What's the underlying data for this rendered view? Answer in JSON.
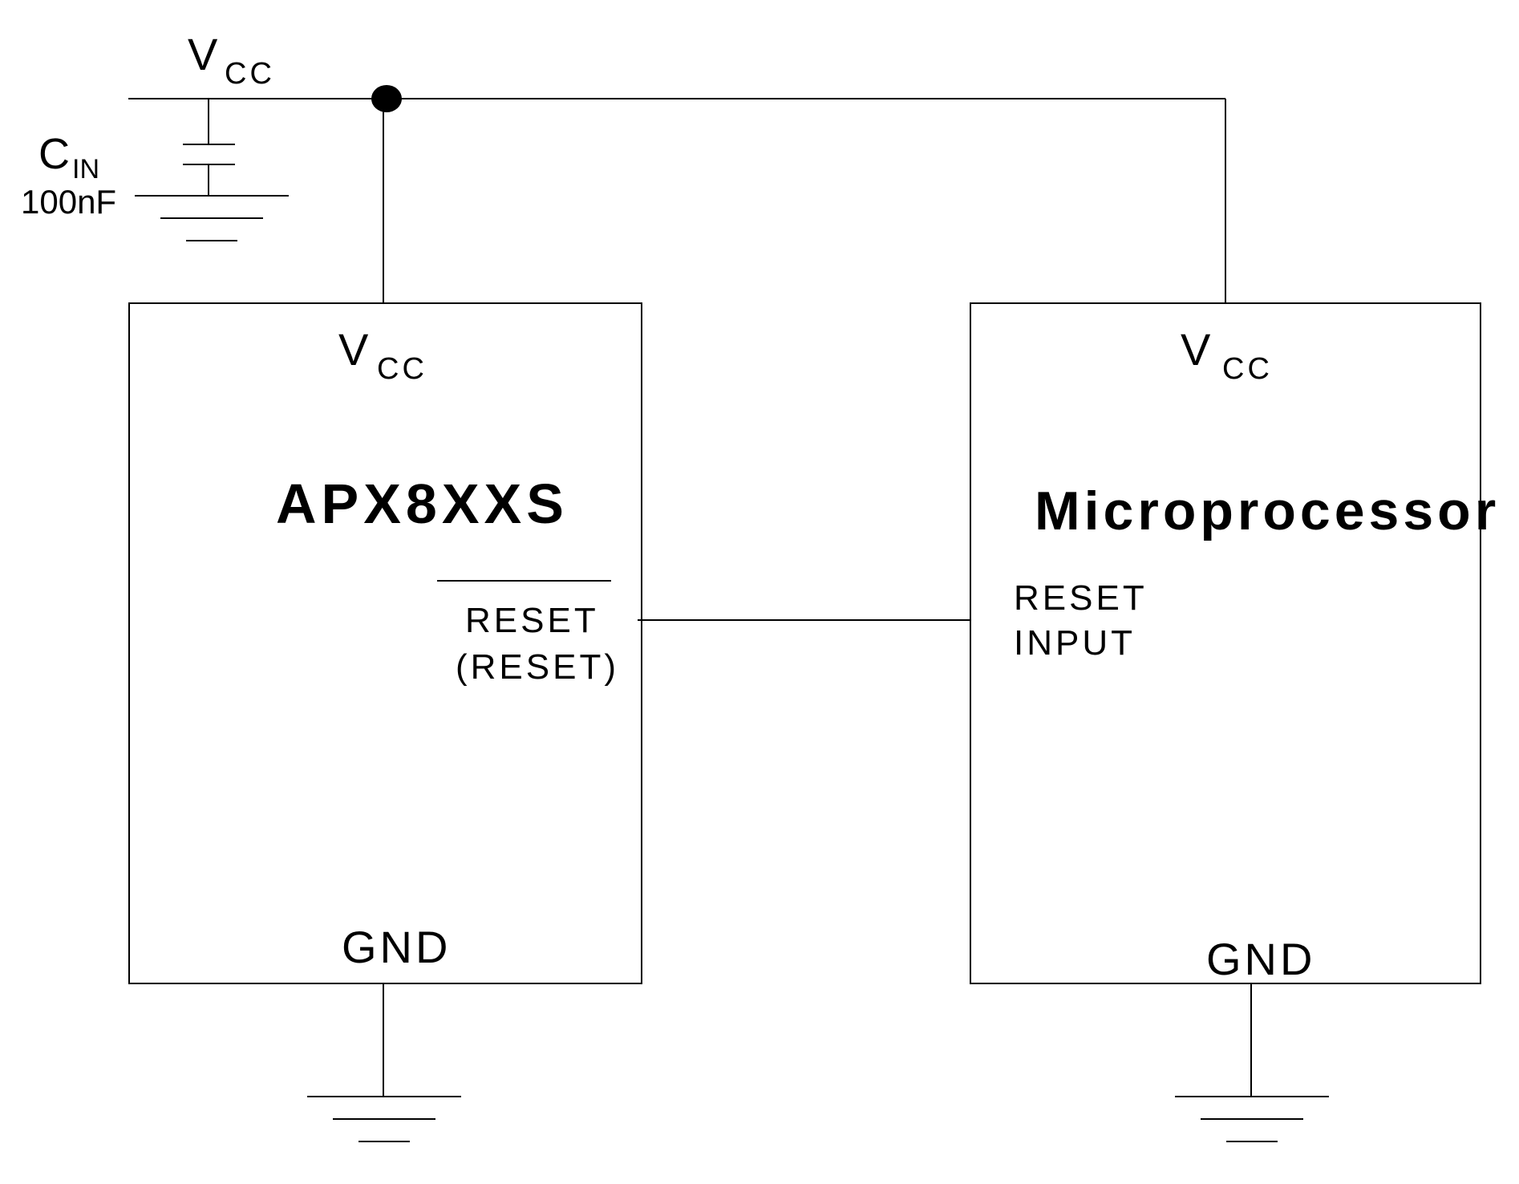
{
  "diagram": {
    "supply": {
      "main": "V",
      "sub": "CC"
    },
    "capacitor": {
      "name": "C",
      "name_sub": "IN",
      "value": "100nF"
    },
    "left_chip": {
      "name": "APX8XXS",
      "vcc_main": "V",
      "vcc_sub": "CC",
      "reset_label": "RESET",
      "reset_alt_label": "(RESET)",
      "gnd_label": "GND"
    },
    "right_chip": {
      "name": "Microprocessor",
      "vcc_main": "V",
      "vcc_sub": "CC",
      "reset_input_line1": "RESET",
      "reset_input_line2": "INPUT",
      "gnd_label": "GND"
    },
    "colors": {
      "line": "#000000",
      "background": "#ffffff"
    }
  }
}
